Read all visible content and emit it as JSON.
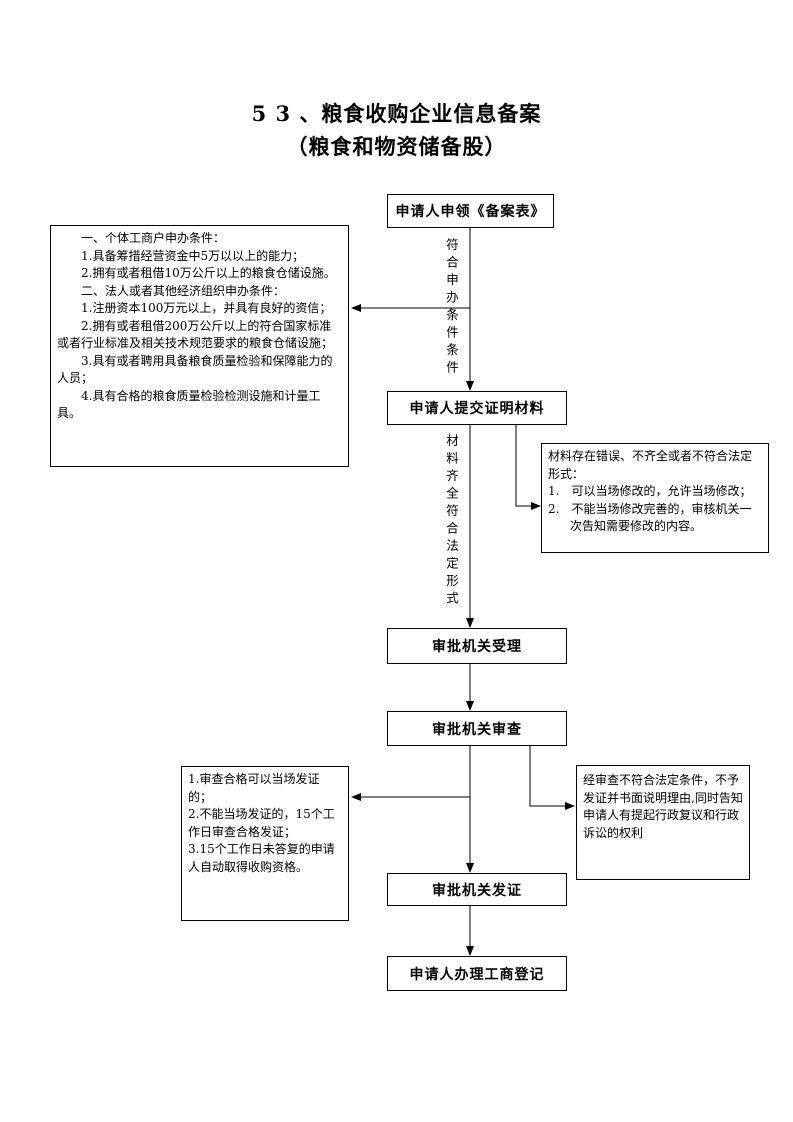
{
  "header": {
    "title": "5 3 、粮食收购企业信息备案",
    "subtitle": "（粮食和物资储备股）"
  },
  "steps": {
    "s1": "申请人申领《备案表》",
    "s2": "申请人提交证明材料",
    "s3": "审批机关受理",
    "s4": "审批机关审查",
    "s5": "审批机关发证",
    "s6": "申请人办理工商登记"
  },
  "edge_labels": {
    "l1": "符合申办条件条件",
    "l2": "材料齐全符合法定形式"
  },
  "conditions": {
    "lines": [
      "一、个体工商户申办条件：",
      "1.具备筹措经营资金中5万以以上的能力；",
      "2.拥有或者租借10万公斤以上的粮食仓储设施。",
      "二、法人或者其他经济组织申办条件：",
      "1.注册资本100万元以上，并具有良好的资信；",
      "2.拥有或者租借200万公斤以上的符合国家标准或者行业标准及相关技术规范要求的粮食仓储设施；",
      "3.具有或者聘用具备粮食质量检验和保障能力的人员；",
      "4.具有合格的粮食质量检验检测设施和计量工具。"
    ]
  },
  "material_error": {
    "intro": "材料存在错误、不齐全或者不符合法定形式：",
    "items": [
      "1.　可以当场修改的，允许当场修改；",
      "2.　不能当场修改完善的，审核机关一次告知需要修改的内容。"
    ]
  },
  "review_pass": {
    "lines": [
      "1.审查合格可以当场发证的；",
      "2.不能当场发证的，15个工作日审查合格发证；",
      "3.15个工作日未答复的申请人自动取得收购资格。"
    ]
  },
  "review_fail": {
    "text": "经审查不符合法定条件，不予发证并书面说明理由,同时告知申请人有提起行政复议和行政诉讼的权利"
  }
}
